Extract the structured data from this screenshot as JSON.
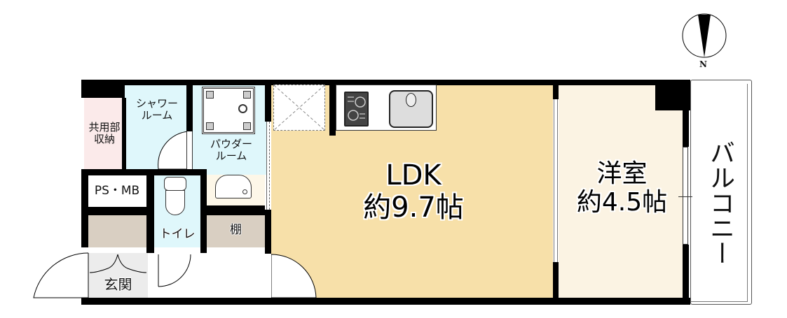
{
  "plan": {
    "rooms": {
      "shared_storage": {
        "label_line1": "共用部",
        "label_line2": "収納",
        "color": "#fbeaea"
      },
      "shower_room": {
        "label_line1": "シャワー",
        "label_line2": "ルーム",
        "color": "#dff7fb"
      },
      "powder_room": {
        "label_line1": "パウダー",
        "label_line2": "ルーム",
        "color": "#dff7fb"
      },
      "ps_mb": {
        "label": "PS・MB",
        "color": "#ffffff"
      },
      "toilet": {
        "label": "トイレ",
        "color": "#dff7fb"
      },
      "shelf": {
        "label": "棚",
        "color": "#d9cfc2"
      },
      "entrance": {
        "label": "玄関",
        "color": "#ececec"
      },
      "ldk": {
        "name": "LDK",
        "size": "約9.7帖",
        "color": "#f7e0a9"
      },
      "western_room": {
        "name": "洋室",
        "size": "約4.5帖",
        "color": "#fbf3e3"
      },
      "balcony": {
        "label": "バルコニー",
        "color": "#ffffff"
      }
    },
    "compass": {
      "label": "N"
    },
    "colors": {
      "wall": "#000000",
      "storage": "#d9cfc2",
      "background": "#ffffff"
    }
  }
}
